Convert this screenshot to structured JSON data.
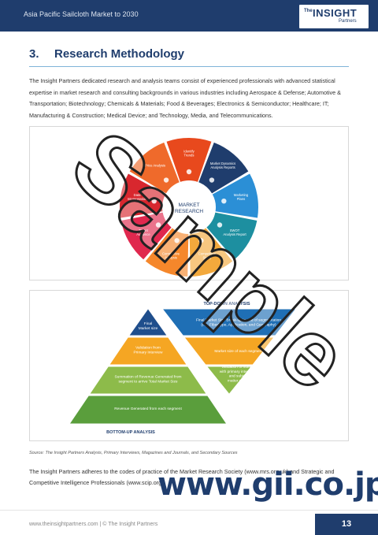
{
  "header": {
    "title": "Asia Pacific Sailcloth Market to 2030",
    "logo": {
      "the": "The",
      "main": "INSIGHT",
      "sub": "Partners"
    }
  },
  "section": {
    "number": "3.",
    "title": "Research Methodology"
  },
  "intro": "The Insight Partners dedicated research and analysis teams consist of experienced professionals with advanced statistical expertise in market research and consulting backgrounds in various industries including Aerospace & Defense; Automotive & Transportation; Biotechnology; Chemicals & Materials; Food & Beverages; Electronics & Semiconductor; Healthcare; IT; Manufacturing & Construction; Medical Device; and Technology, Media, and Telecommunications.",
  "wheel": {
    "center": [
      "MARKET",
      "RESEARCH"
    ],
    "segments": [
      {
        "label": [
          "Identify",
          "Trends"
        ],
        "color": "#e8491d"
      },
      {
        "label": [
          "Market Dynamics",
          "Analysis Reports"
        ],
        "color": "#1f3d6d"
      },
      {
        "label": [
          "Marketing",
          "Plans"
        ],
        "color": "#2b8fd6"
      },
      {
        "label": [
          "SWOT",
          "Analysis Report"
        ],
        "color": "#1d8fa0"
      },
      {
        "label": [
          "Competition",
          "Study"
        ],
        "color": "#f3a93c"
      },
      {
        "label": [
          "Competitive",
          "Analysis"
        ],
        "color": "#f5872b"
      },
      {
        "label": [
          "Target",
          "Audience"
        ],
        "color": "#e0284e"
      },
      {
        "label": [
          "Data",
          "Interpretation"
        ],
        "color": "#d8272e"
      },
      {
        "label": [
          "Price Analysis"
        ],
        "color": "#ef6a2b"
      }
    ]
  },
  "pyramid": {
    "top_label": "TOP-DOWN ANALYSIS",
    "bottom_label": "BOTTOM-UP ANALYSIS",
    "left": [
      {
        "lines": [
          "Final",
          "Market size"
        ],
        "color": "#1f4e8c"
      },
      {
        "lines": [
          "Validation from",
          "Primary Interview"
        ],
        "color": "#f5a623"
      },
      {
        "lines": [
          "Summation of Revenue Generated from",
          "segment to arrive Total Market Size"
        ],
        "color": "#8dbb4a"
      },
      {
        "lines": [
          "Revenue Generated from each segment"
        ],
        "color": "#5a9e3c"
      }
    ],
    "right": [
      {
        "lines": [
          "Final Market Size Break-up to end of segmentation",
          "(i.e., FiberType, Application, and Geography)"
        ],
        "color": "#1f6fb5"
      },
      {
        "lines": [
          "Market size of each segment"
        ],
        "color": "#f5a623"
      },
      {
        "lines": [
          "Validation of number",
          "with primary interviews",
          "and subject",
          "matter expert"
        ],
        "color": "#8dbb4a"
      }
    ]
  },
  "source": "Source: The Insight Partners Analysis, Primary Interviews, Magazines and Journals, and Secondary Sources",
  "body2": "The Insight Partners adheres to the codes of practice of the Market Research Society (www.mrs.org.uk) and Strategic and Competitive Intelligence Professionals (www.scip.org).",
  "watermark": {
    "word": "Sample",
    "url": "www.gii.co.jp"
  },
  "footer": {
    "text": "www.theinsightpartners.com    |  © The Insight Partners",
    "page": "13"
  }
}
